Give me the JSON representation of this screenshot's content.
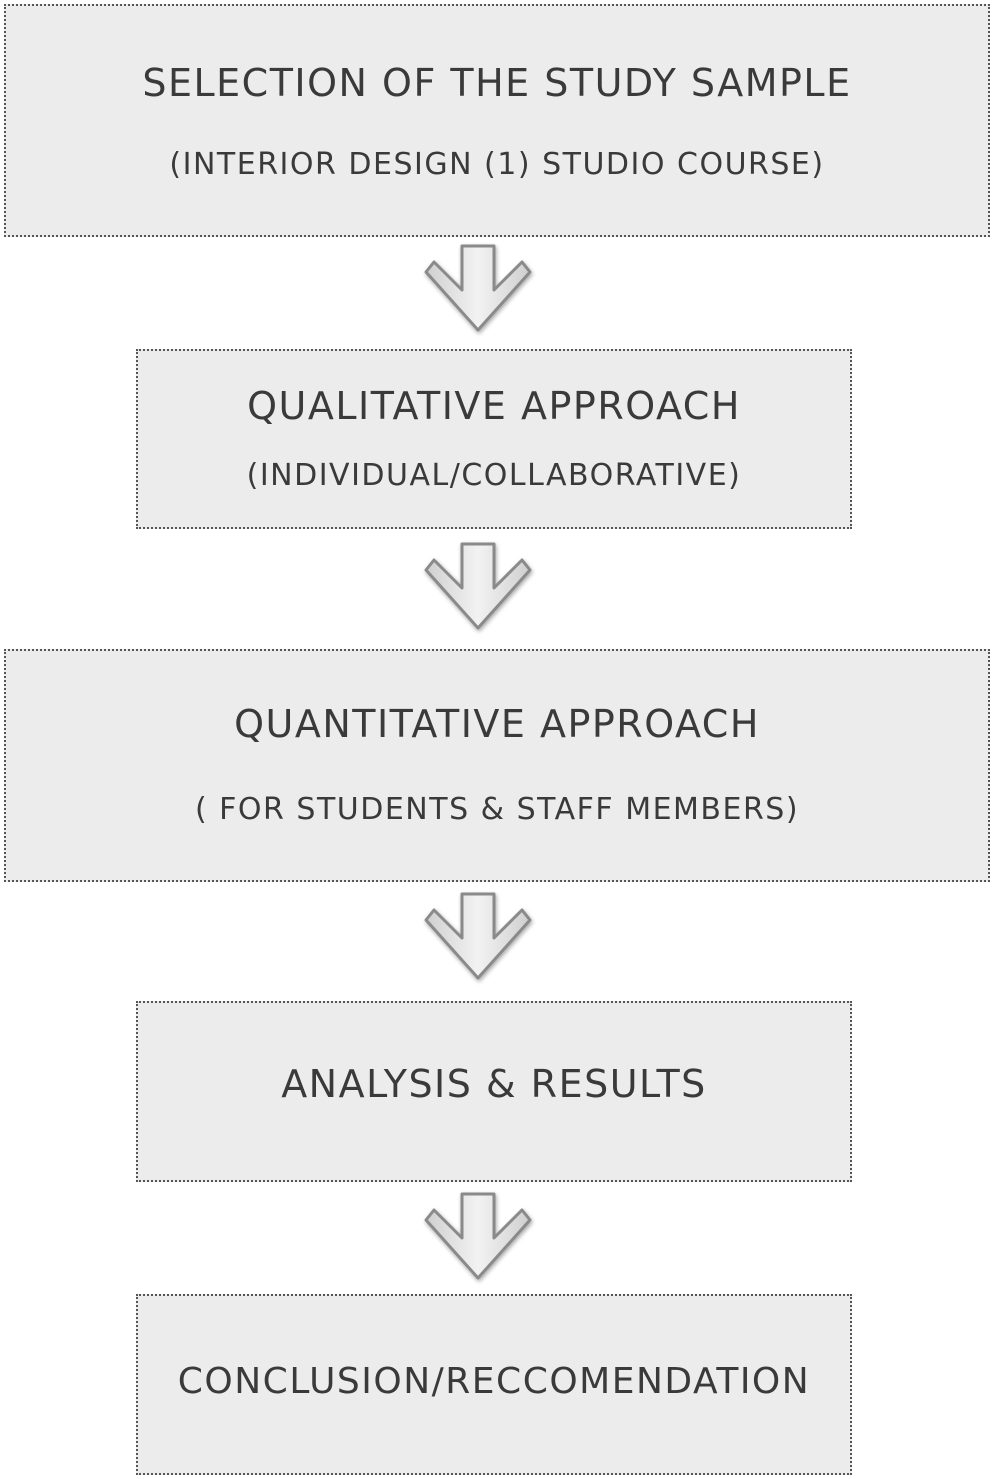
{
  "steps": [
    {
      "title": "SELECTION OF THE STUDY SAMPLE",
      "subtitle": "(INTERIOR DESIGN (1) STUDIO COURSE)"
    },
    {
      "title": "QUALITATIVE APPROACH",
      "subtitle": "(INDIVIDUAL/COLLABORATIVE)"
    },
    {
      "title": "QUANTITATIVE APPROACH",
      "subtitle": "( FOR STUDENTS & STAFF MEMBERS)"
    },
    {
      "title": "ANALYSIS & RESULTS"
    },
    {
      "title": "CONCLUSION/RECCOMENDATION"
    }
  ],
  "colors": {
    "box_fill": "#ececec",
    "box_border": "#555555",
    "text": "#3a3a3a",
    "arrow_fill": "#e6e6e6",
    "arrow_stroke": "#8a8a8a"
  },
  "icons": {
    "connector": "down-arrow-icon"
  }
}
